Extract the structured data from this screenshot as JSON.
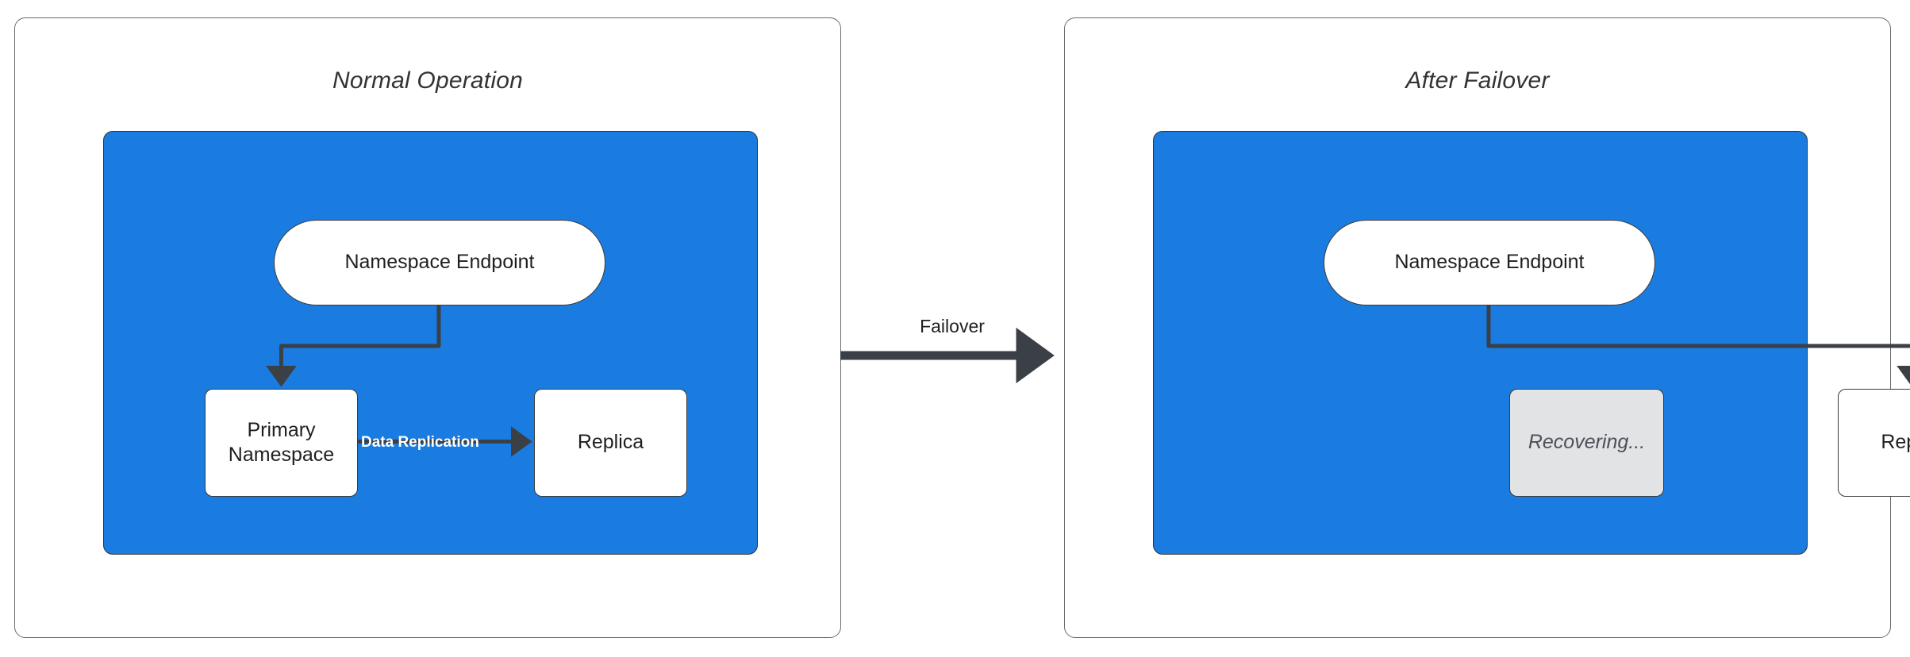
{
  "diagram": {
    "type": "flow-diagram",
    "title_style": "italic",
    "colors": {
      "region_fill": "#1a7ce0",
      "node_fill": "#ffffff",
      "node_stroke": "#3a3a3a",
      "recovering_fill": "#e1e3e5",
      "recovering_text": "#4b5157",
      "edge_stroke": "#3b4046",
      "replication_label": "#ffffff",
      "panel_border": "#6b6b6b",
      "page_background": "#ffffff"
    }
  },
  "panels": [
    {
      "id": "normal-operation",
      "title": "Normal Operation",
      "nodes": [
        {
          "id": "endpoint",
          "label": "Namespace Endpoint",
          "shape": "pill",
          "state": "active"
        },
        {
          "id": "primary",
          "label": "Primary Namespace",
          "shape": "rect",
          "state": "active"
        },
        {
          "id": "replica",
          "label": "Replica",
          "shape": "rect",
          "state": "active"
        }
      ],
      "edges": [
        {
          "from": "endpoint",
          "to": "primary",
          "label": ""
        },
        {
          "from": "primary",
          "to": "replica",
          "label": "Data Replication"
        }
      ]
    },
    {
      "id": "after-failover",
      "title": "After Failover",
      "nodes": [
        {
          "id": "endpoint",
          "label": "Namespace Endpoint",
          "shape": "pill",
          "state": "active"
        },
        {
          "id": "recovering",
          "label": "Recovering...",
          "shape": "rect",
          "state": "recovering"
        },
        {
          "id": "replica",
          "label": "Replica",
          "shape": "rect",
          "state": "active"
        }
      ],
      "edges": [
        {
          "from": "endpoint",
          "to": "replica",
          "label": ""
        }
      ]
    }
  ],
  "transition": {
    "label": "Failover",
    "from_panel": "normal-operation",
    "to_panel": "after-failover"
  }
}
